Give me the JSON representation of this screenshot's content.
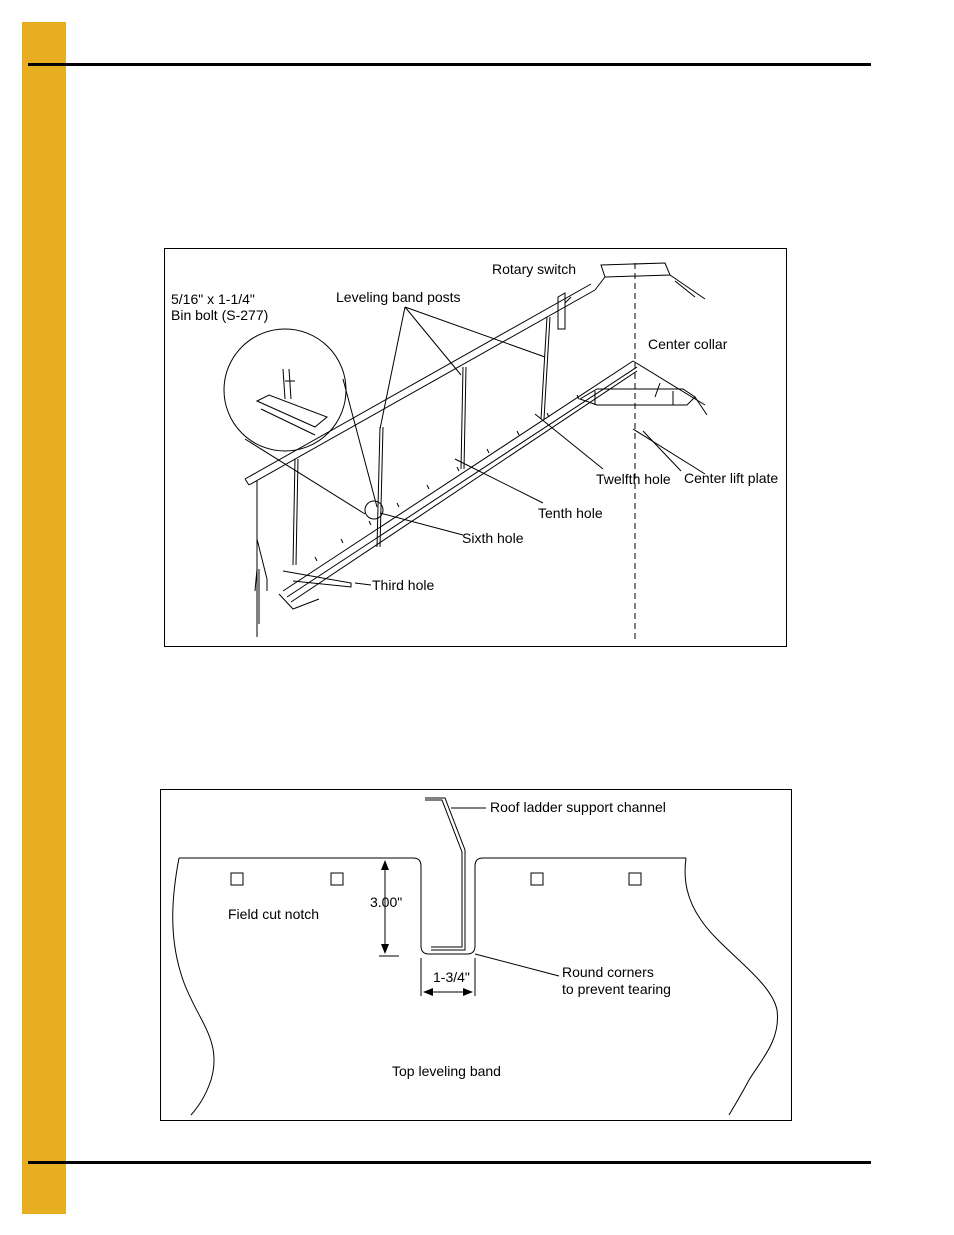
{
  "page": {
    "accent_color": "#E8AE22"
  },
  "figure1": {
    "labels": {
      "bolt_line1": "5/16\" x 1-1/4\"",
      "bolt_line2": "Bin bolt (S-277)",
      "leveling_band_posts": "Leveling band posts",
      "rotary_switch": "Rotary switch",
      "center_collar": "Center collar",
      "center_lift_plate": "Center lift plate",
      "twelfth_hole": "Twelfth hole",
      "tenth_hole": "Tenth hole",
      "sixth_hole": "Sixth hole",
      "third_hole": "Third hole"
    }
  },
  "figure2": {
    "labels": {
      "roof_ladder_support_channel": "Roof ladder support channel",
      "field_cut_notch": "Field cut notch",
      "height_dim": "3.00\"",
      "width_dim": "1-3/4\"",
      "round_corners_line1": "Round corners",
      "round_corners_line2": "to prevent tearing",
      "top_leveling_band": "Top leveling band"
    }
  }
}
